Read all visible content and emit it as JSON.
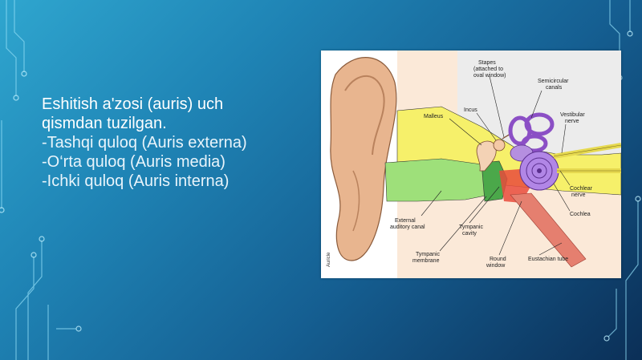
{
  "slide": {
    "text_lines": [
      "Eshitish a'zosi (auris) uch",
      "qismdan tuzilgan.",
      "-Tashqi quloq (Auris externa)",
      "-O‘rta quloq (Auris media)",
      "-Ichki quloq (Auris interna)"
    ]
  },
  "figure": {
    "labels": {
      "stapes": "Stapes",
      "stapes_note1": "(attached to",
      "stapes_note2": "oval window)",
      "semicircular1": "Semicircular",
      "semicircular2": "canals",
      "incus": "Incus",
      "malleus": "Malleus",
      "vestibular1": "Vestibular",
      "vestibular2": "nerve",
      "cochlear1": "Cochlear",
      "cochlear2": "nerve",
      "cochlea": "Cochlea",
      "ext_canal1": "External",
      "ext_canal2": "auditory canal",
      "tympanic_cavity1": "Tympanic",
      "tympanic_cavity2": "cavity",
      "tympanic_membrane1": "Tympanic",
      "tympanic_membrane2": "membrane",
      "round_window1": "Round",
      "round_window2": "window",
      "eustachian": "Eustachian tube",
      "auricle": "Auricle"
    }
  }
}
